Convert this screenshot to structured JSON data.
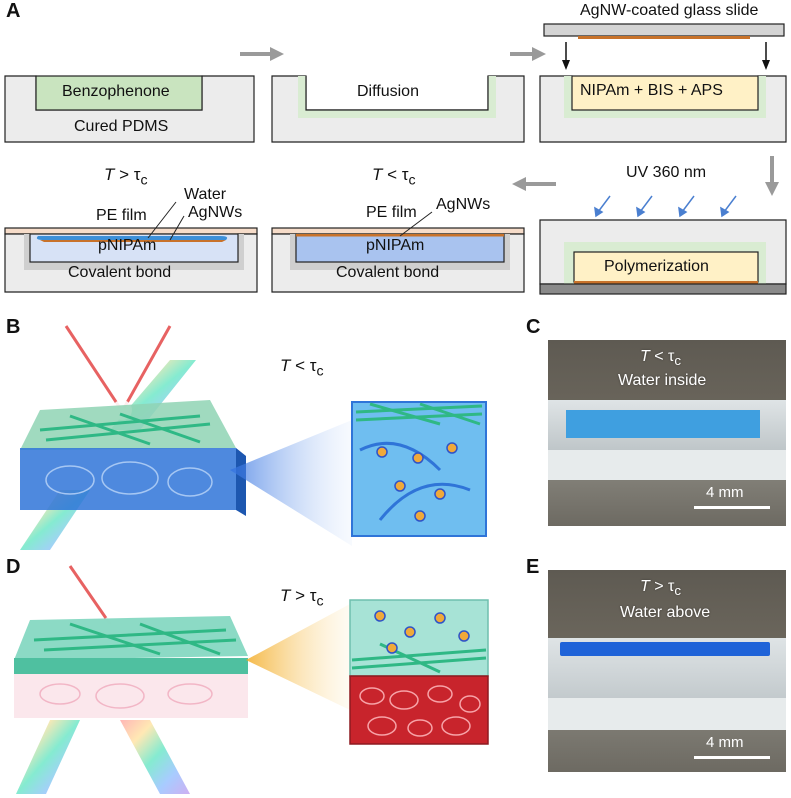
{
  "panels": {
    "a": "A",
    "b": "B",
    "c": "C",
    "d": "D",
    "e": "E"
  },
  "process": {
    "step1": {
      "reagent": "Benzophenone",
      "substrate": "Cured PDMS"
    },
    "step2": {
      "label": "Diffusion"
    },
    "step3": {
      "slide": "AgNW-coated glass slide",
      "monomer": "NIPAm + BIS + APS"
    },
    "step4": {
      "uv": "UV 360 nm",
      "result": "Polymerization"
    },
    "step5": {
      "condition_symbol": "T",
      "condition_relation": " < τ",
      "condition_sub": "c",
      "film": "PE film",
      "nw": "AgNWs",
      "gel": "pNIPAm",
      "bond": "Covalent bond"
    },
    "step6": {
      "condition_symbol": "T",
      "condition_relation": " > τ",
      "condition_sub": "c",
      "water": "Water",
      "nw": "AgNWs",
      "film": "PE film",
      "gel": "pNIPAm",
      "bond": "Covalent bond"
    }
  },
  "schematic_b": {
    "condition_symbol": "T",
    "condition_relation": " < τ",
    "condition_sub": "c"
  },
  "schematic_d": {
    "condition_symbol": "T",
    "condition_relation": " > τ",
    "condition_sub": "c"
  },
  "photo_c": {
    "condition_symbol": "T",
    "condition_relation": " < τ",
    "condition_sub": "c",
    "note": "Water inside",
    "scale": "4 mm"
  },
  "photo_e": {
    "condition_symbol": "T",
    "condition_relation": " > τ",
    "condition_sub": "c",
    "note": "Water above",
    "scale": "4 mm"
  },
  "colors": {
    "pdms": "#ececec",
    "benzophenone": "#c9e4bf",
    "diffuse": "#d9ecd2",
    "monomer": "#fff1c6",
    "agnw": "#c8722a",
    "gel_swollen": "#a9c3ef",
    "gel_shrunk": "#d7e2f6",
    "film": "#f6dcc9",
    "water": "#3d8fd8",
    "arrow": "#9a9a9a",
    "uv": "#4a7fd0"
  }
}
